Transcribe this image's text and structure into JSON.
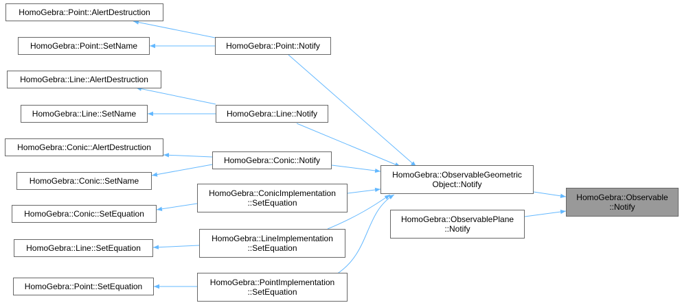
{
  "nodes": {
    "point_alert": "HomoGebra::Point::AlertDestruction",
    "point_setname": "HomoGebra::Point::SetName",
    "point_notify": "HomoGebra::Point::Notify",
    "line_alert": "HomoGebra::Line::AlertDestruction",
    "line_setname": "HomoGebra::Line::SetName",
    "line_notify": "HomoGebra::Line::Notify",
    "conic_alert": "HomoGebra::Conic::AlertDestruction",
    "conic_setname": "HomoGebra::Conic::SetName",
    "conic_notify": "HomoGebra::Conic::Notify",
    "conic_setequation": "HomoGebra::Conic::SetEquation",
    "line_setequation": "HomoGebra::Line::SetEquation",
    "point_setequation": "HomoGebra::Point::SetEquation",
    "conicimpl_l1": "HomoGebra::ConicImplementation",
    "conicimpl_l2": "::SetEquation",
    "lineimpl_l1": "HomoGebra::LineImplementation",
    "lineimpl_l2": "::SetEquation",
    "pointimpl_l1": "HomoGebra::PointImplementation",
    "pointimpl_l2": "::SetEquation",
    "obsgeo_l1": "HomoGebra::ObservableGeometric",
    "obsgeo_l2": "Object::Notify",
    "obsplane_l1": "HomoGebra::ObservablePlane",
    "obsplane_l2": "::Notify",
    "observable_l1": "HomoGebra::Observable",
    "observable_l2": "::Notify"
  },
  "colors": {
    "edge": "#63b8ff",
    "node_border": "#666666",
    "focus_fill": "#999999"
  }
}
